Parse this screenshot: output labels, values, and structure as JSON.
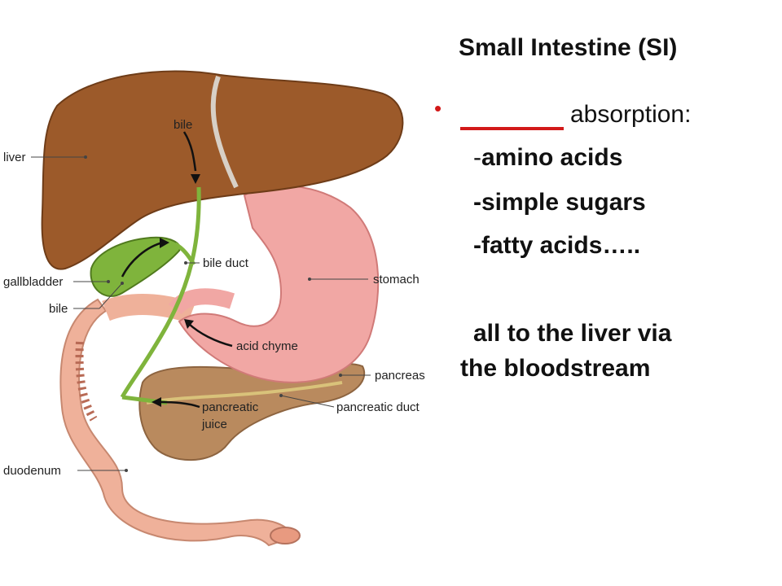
{
  "slide": {
    "title": "Small Intestine (SI)",
    "bullet_marker": "•",
    "absorption_label": "absorption:",
    "lines": [
      {
        "prefix": "-",
        "text": "amino acids"
      },
      {
        "prefix": "",
        "text": "-simple sugars"
      },
      {
        "prefix": "",
        "text": "-fatty acids….."
      }
    ],
    "transport_line1": "all to the liver via",
    "transport_line2": "the bloodstream"
  },
  "figure": {
    "labels": {
      "liver": "liver",
      "bile_top": "bile",
      "bile_duct": "bile duct",
      "gallbladder": "gallbladder",
      "bile_bottom": "bile",
      "stomach": "stomach",
      "acid_chyme": "acid chyme",
      "pancreas": "pancreas",
      "pancreatic_juice_1": "pancreatic",
      "pancreatic_juice_2": "juice",
      "pancreatic_duct": "pancreatic duct",
      "duodenum": "duodenum"
    },
    "colors": {
      "liver": "#9c5a2a",
      "gallbladder": "#7fb43c",
      "stomach": "#f1a7a4",
      "pancreas": "#b98a5e",
      "duodenum": "#efb19a",
      "bullet_red": "#d21919"
    }
  }
}
